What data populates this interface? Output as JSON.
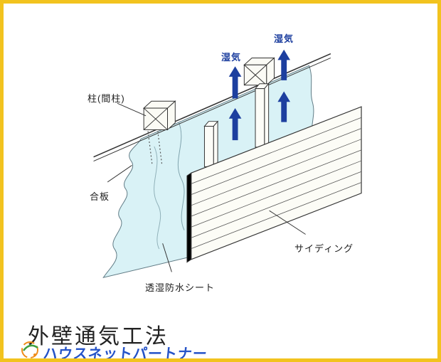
{
  "frame": {
    "border_color": "#f2c31e"
  },
  "diagram": {
    "labels": {
      "pillar": "柱(間柱)",
      "plywood": "合板",
      "sheet": "透湿防水シート",
      "siding": "サイディング",
      "moisture_left": "湿気",
      "moisture_right": "湿気"
    },
    "arrow_color": "#1d3f9f",
    "sheet_color": "#d9f2f6",
    "line_color": "#333333"
  },
  "footer": {
    "title": "外壁通気工法",
    "brand": "ハウスネットパートナー",
    "brand_color": "#2553c8"
  }
}
